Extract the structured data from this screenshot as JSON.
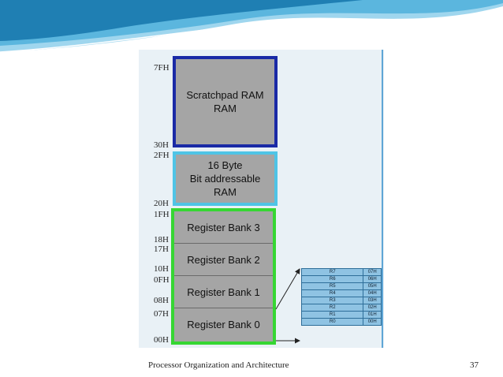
{
  "colors": {
    "wave_dark": "#1f7fb3",
    "wave_light": "#9fd6ee",
    "scratch_border": "#1a2aa6",
    "bit_border": "#4fc4e6",
    "bank_border": "#36d633",
    "table_fill": "#8fc3e3"
  },
  "diagram": {
    "addresses": {
      "a7fh": "7FH",
      "a30h": "30H",
      "a2fh": "2FH",
      "a20h": "20H",
      "a1fh": "1FH",
      "a18h": "18H",
      "a17h": "17H",
      "a10h": "10H",
      "a0fh": "0FH",
      "a08h": "08H",
      "a07h": "07H",
      "a00h": "00H"
    },
    "scratchpad_label": "Scratchpad RAM\nRAM",
    "bit_label": "16 Byte\nBit addressable\nRAM",
    "banks": [
      "Register Bank 3",
      "Register Bank 2",
      "Register Bank 1",
      "Register Bank 0"
    ],
    "registers": [
      {
        "name": "R7",
        "addr": "07H"
      },
      {
        "name": "R6",
        "addr": "06H"
      },
      {
        "name": "R5",
        "addr": "05H"
      },
      {
        "name": "R4",
        "addr": "04H"
      },
      {
        "name": "R3",
        "addr": "03H"
      },
      {
        "name": "R2",
        "addr": "02H"
      },
      {
        "name": "R1",
        "addr": "01H"
      },
      {
        "name": "R0",
        "addr": "00H"
      }
    ]
  },
  "footer": {
    "title": "Processor Organization and Architecture",
    "page_number": "37"
  }
}
